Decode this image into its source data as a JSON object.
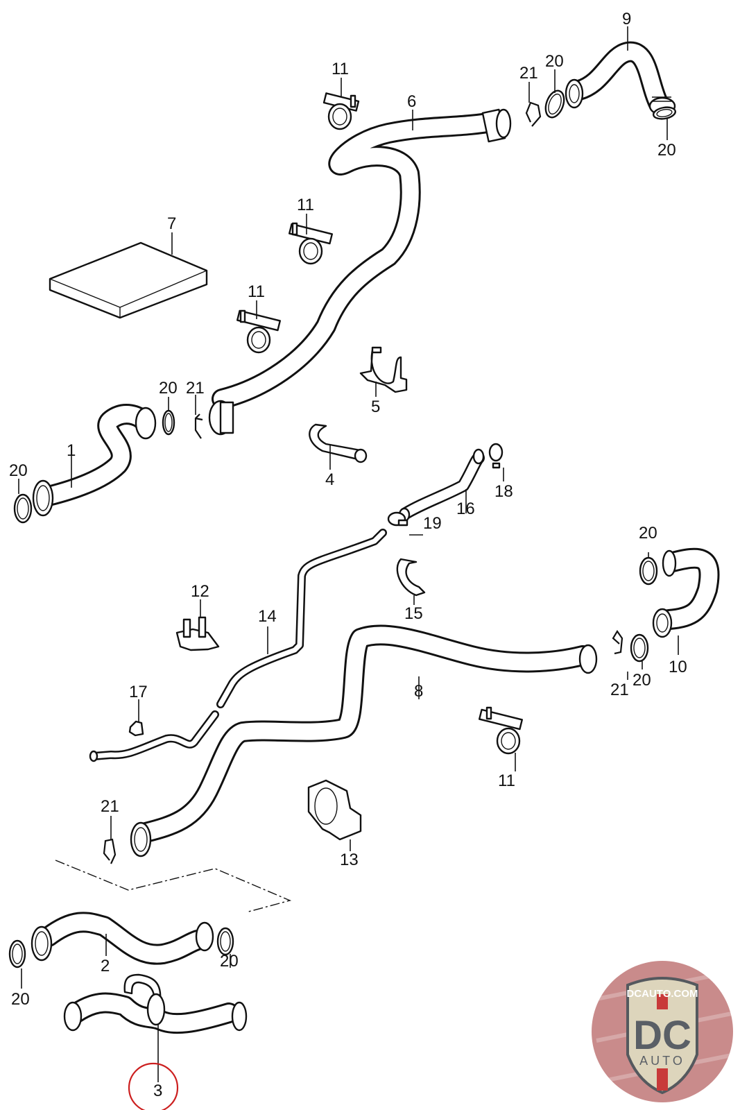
{
  "diagram": {
    "title": "Coolant hoses exploded parts diagram",
    "highlighted_part": "3",
    "highlight_color": "#cc1f1f",
    "callouts": [
      {
        "id": "c-11a",
        "label": "11",
        "part": "mounting-clamp"
      },
      {
        "id": "c-6",
        "label": "6",
        "part": "coolant-hose-upper"
      },
      {
        "id": "c-21a",
        "label": "21",
        "part": "retaining-clip"
      },
      {
        "id": "c-20a",
        "label": "20",
        "part": "o-ring"
      },
      {
        "id": "c-9",
        "label": "9",
        "part": "elbow-hose"
      },
      {
        "id": "c-20b",
        "label": "20",
        "part": "o-ring"
      },
      {
        "id": "c-11b",
        "label": "11",
        "part": "mounting-clamp"
      },
      {
        "id": "c-7",
        "label": "7",
        "part": "filter-pad"
      },
      {
        "id": "c-11c",
        "label": "11",
        "part": "mounting-clamp"
      },
      {
        "id": "c-5",
        "label": "5",
        "part": "hose-bracket"
      },
      {
        "id": "c-20c",
        "label": "20",
        "part": "o-ring"
      },
      {
        "id": "c-21b",
        "label": "21",
        "part": "retaining-clip"
      },
      {
        "id": "c-1",
        "label": "1",
        "part": "coolant-hose-left"
      },
      {
        "id": "c-20d",
        "label": "20",
        "part": "o-ring"
      },
      {
        "id": "c-4",
        "label": "4",
        "part": "holder-strap"
      },
      {
        "id": "c-16",
        "label": "16",
        "part": "small-hose"
      },
      {
        "id": "c-18",
        "label": "18",
        "part": "hose-clamp"
      },
      {
        "id": "c-19",
        "label": "19",
        "part": "hose-clamp"
      },
      {
        "id": "c-20e",
        "label": "20",
        "part": "o-ring"
      },
      {
        "id": "c-15",
        "label": "15",
        "part": "half-clamp"
      },
      {
        "id": "c-12",
        "label": "12",
        "part": "double-holder"
      },
      {
        "id": "c-14",
        "label": "14",
        "part": "vent-line"
      },
      {
        "id": "c-10",
        "label": "10",
        "part": "u-hose"
      },
      {
        "id": "c-8",
        "label": "8",
        "part": "coolant-hose-lower"
      },
      {
        "id": "c-21c",
        "label": "21",
        "part": "retaining-clip"
      },
      {
        "id": "c-20f",
        "label": "20",
        "part": "o-ring"
      },
      {
        "id": "c-17",
        "label": "17",
        "part": "small-clip"
      },
      {
        "id": "c-11d",
        "label": "11",
        "part": "mounting-clamp"
      },
      {
        "id": "c-21d",
        "label": "21",
        "part": "retaining-clip"
      },
      {
        "id": "c-13",
        "label": "13",
        "part": "large-holder"
      },
      {
        "id": "c-2",
        "label": "2",
        "part": "coolant-pipe"
      },
      {
        "id": "c-20g",
        "label": "20",
        "part": "o-ring"
      },
      {
        "id": "c-20h",
        "label": "20",
        "part": "o-ring"
      },
      {
        "id": "c-3",
        "label": "3",
        "part": "coolant-pipe-with-branch"
      }
    ]
  },
  "watermark": {
    "top_text": "DCAUTO.COM",
    "main_text": "DC",
    "bottom_text": "AUTO",
    "colors": {
      "badge_bg": "#c98b8b",
      "shield_fill": "#ddd5bc",
      "letters": "#5a5f66",
      "stripe": "#c83a3a"
    }
  }
}
